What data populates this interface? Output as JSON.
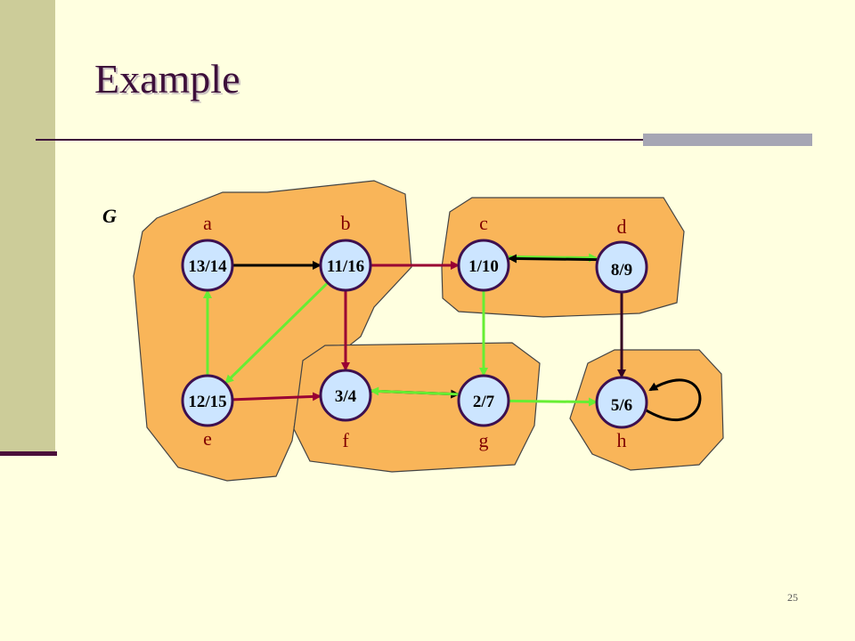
{
  "title": "Example",
  "graph_label": "G",
  "page_number": "25",
  "colors": {
    "background": "#FFFFE0",
    "sidebar": "#CCCC99",
    "title": "#3D0F3A",
    "region_fill": "#F9B559",
    "node_fill": "#CCE5FF",
    "node_stroke": "#3D1050",
    "edge_tree": "#000000",
    "edge_red": "#990033",
    "edge_green": "#66EE33",
    "edge_dark": "#330022"
  },
  "nodes": [
    {
      "id": "a",
      "name": "a",
      "label": "13/14"
    },
    {
      "id": "b",
      "name": "b",
      "label": "11/16"
    },
    {
      "id": "c",
      "name": "c",
      "label": "1/10"
    },
    {
      "id": "d",
      "name": "d",
      "label": "8/9"
    },
    {
      "id": "e",
      "name": "e",
      "label": "12/15"
    },
    {
      "id": "f",
      "name": "f",
      "label": "3/4"
    },
    {
      "id": "g",
      "name": "g",
      "label": "2/7"
    },
    {
      "id": "h",
      "name": "h",
      "label": "5/6"
    }
  ],
  "edges": [
    {
      "from": "a",
      "to": "b",
      "color": "edge_tree"
    },
    {
      "from": "b",
      "to": "c",
      "color": "edge_red"
    },
    {
      "from": "c",
      "to": "d",
      "color": "edge_green"
    },
    {
      "from": "d",
      "to": "c",
      "color": "edge_tree"
    },
    {
      "from": "b",
      "to": "f",
      "color": "edge_red"
    },
    {
      "from": "b",
      "to": "e",
      "color": "edge_green"
    },
    {
      "from": "e",
      "to": "a",
      "color": "edge_green"
    },
    {
      "from": "e",
      "to": "f",
      "color": "edge_red"
    },
    {
      "from": "f",
      "to": "g",
      "color": "edge_tree"
    },
    {
      "from": "g",
      "to": "f",
      "color": "edge_green"
    },
    {
      "from": "c",
      "to": "g",
      "color": "edge_green"
    },
    {
      "from": "g",
      "to": "h",
      "color": "edge_green"
    },
    {
      "from": "d",
      "to": "h",
      "color": "edge_dark"
    },
    {
      "from": "h",
      "to": "h",
      "color": "edge_tree"
    }
  ]
}
